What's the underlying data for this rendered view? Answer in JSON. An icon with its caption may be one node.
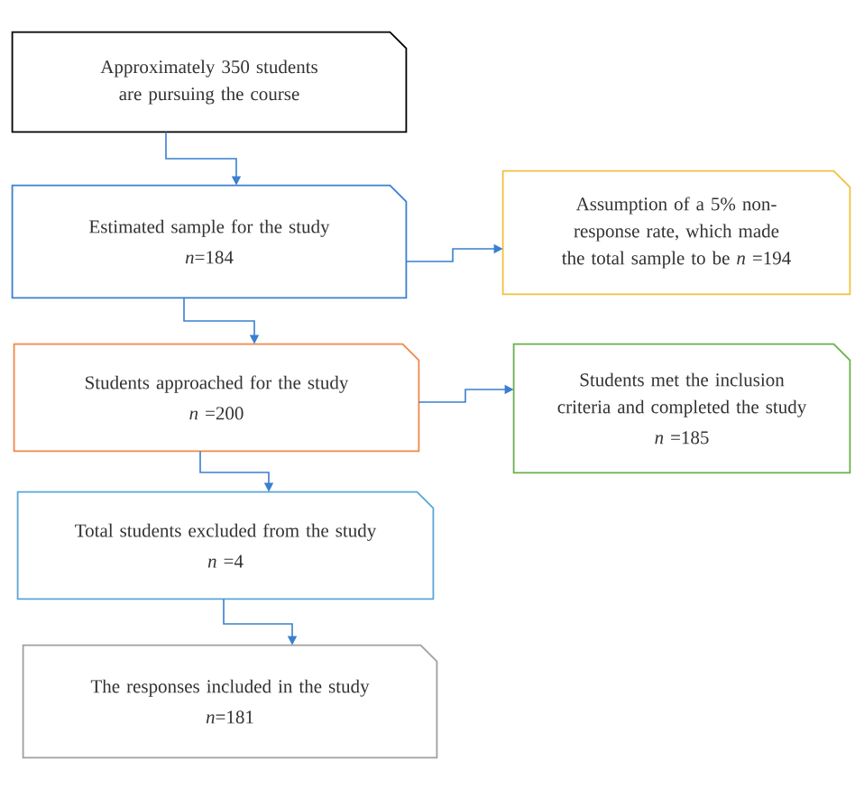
{
  "diagram": {
    "nodes": [
      {
        "text": [
          "Approximately 350 students are pursuing the course"
        ]
      },
      {
        "text": [
          "Estimated sample for the study",
          "*n*=184"
        ]
      },
      {
        "text": [
          "Assumption of a 5% non-response rate, which made the total sample to be *n* =194"
        ]
      },
      {
        "text": [
          "Students approached for the study",
          "*n* =200"
        ]
      },
      {
        "text": [
          "Students met the inclusion criteria and completed the study",
          "*n* =185"
        ]
      },
      {
        "text": [
          "Total students excluded from the study",
          "*n* =4"
        ]
      },
      {
        "text": [
          "The responses included in the study",
          "*n*=181"
        ]
      }
    ],
    "edges": [
      {
        "from": 0,
        "to": 1,
        "arrow": "to"
      },
      {
        "from": 1,
        "to": 2,
        "arrow": "to"
      },
      {
        "from": 1,
        "to": 3,
        "arrow": "to"
      },
      {
        "from": 3,
        "to": 4,
        "arrow": "to"
      },
      {
        "from": 3,
        "to": 5,
        "arrow": "to"
      },
      {
        "from": 5,
        "to": 6,
        "arrow": "to"
      }
    ]
  }
}
